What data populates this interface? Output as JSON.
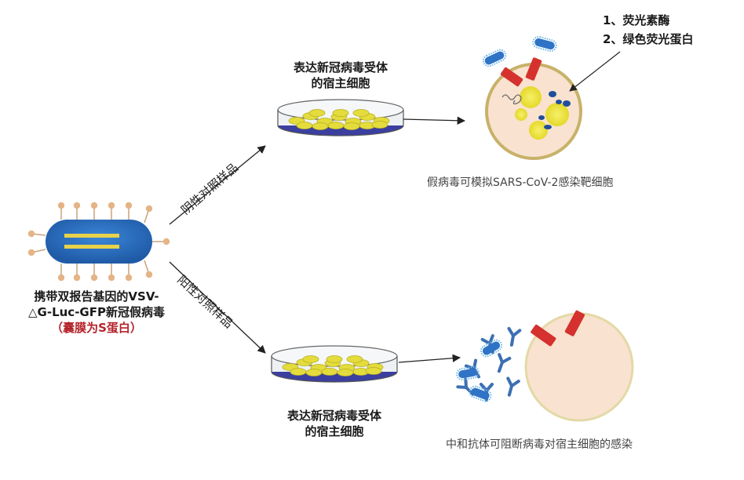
{
  "virus": {
    "label_line1": "携带双报告基因的VSV-",
    "label_line2": "△G-Luc-GFP新冠假病毒",
    "envelope_note": "（囊膜为S蛋白）"
  },
  "branches": {
    "negative": "阴性对照样品",
    "positive": "阳性对照样品"
  },
  "dish_top_label": {
    "line1": "表达新冠病毒受体",
    "line2": "的宿主细胞"
  },
  "dish_bottom_label": {
    "line1": "表达新冠病毒受体",
    "line2": "的宿主细胞"
  },
  "legend": {
    "item1": "1、荧光素酶",
    "item2": "2、绿色荧光蛋白"
  },
  "captions": {
    "top": "假病毒可模拟SARS-CoV-2感染靶细胞",
    "bottom": "中和抗体可阻断病毒对宿主细胞的感染"
  },
  "colors": {
    "virus_body": "#2f73c6",
    "virus_spike": "#e4b487",
    "reporter_bar": "#e8d24a",
    "cell_fill": "#f9e2cf",
    "cell_border": "#c7b26a",
    "receptor_red": "#d5312e",
    "antibody_blue": "#3c6fb3",
    "highlight_red": "#b4232a"
  }
}
